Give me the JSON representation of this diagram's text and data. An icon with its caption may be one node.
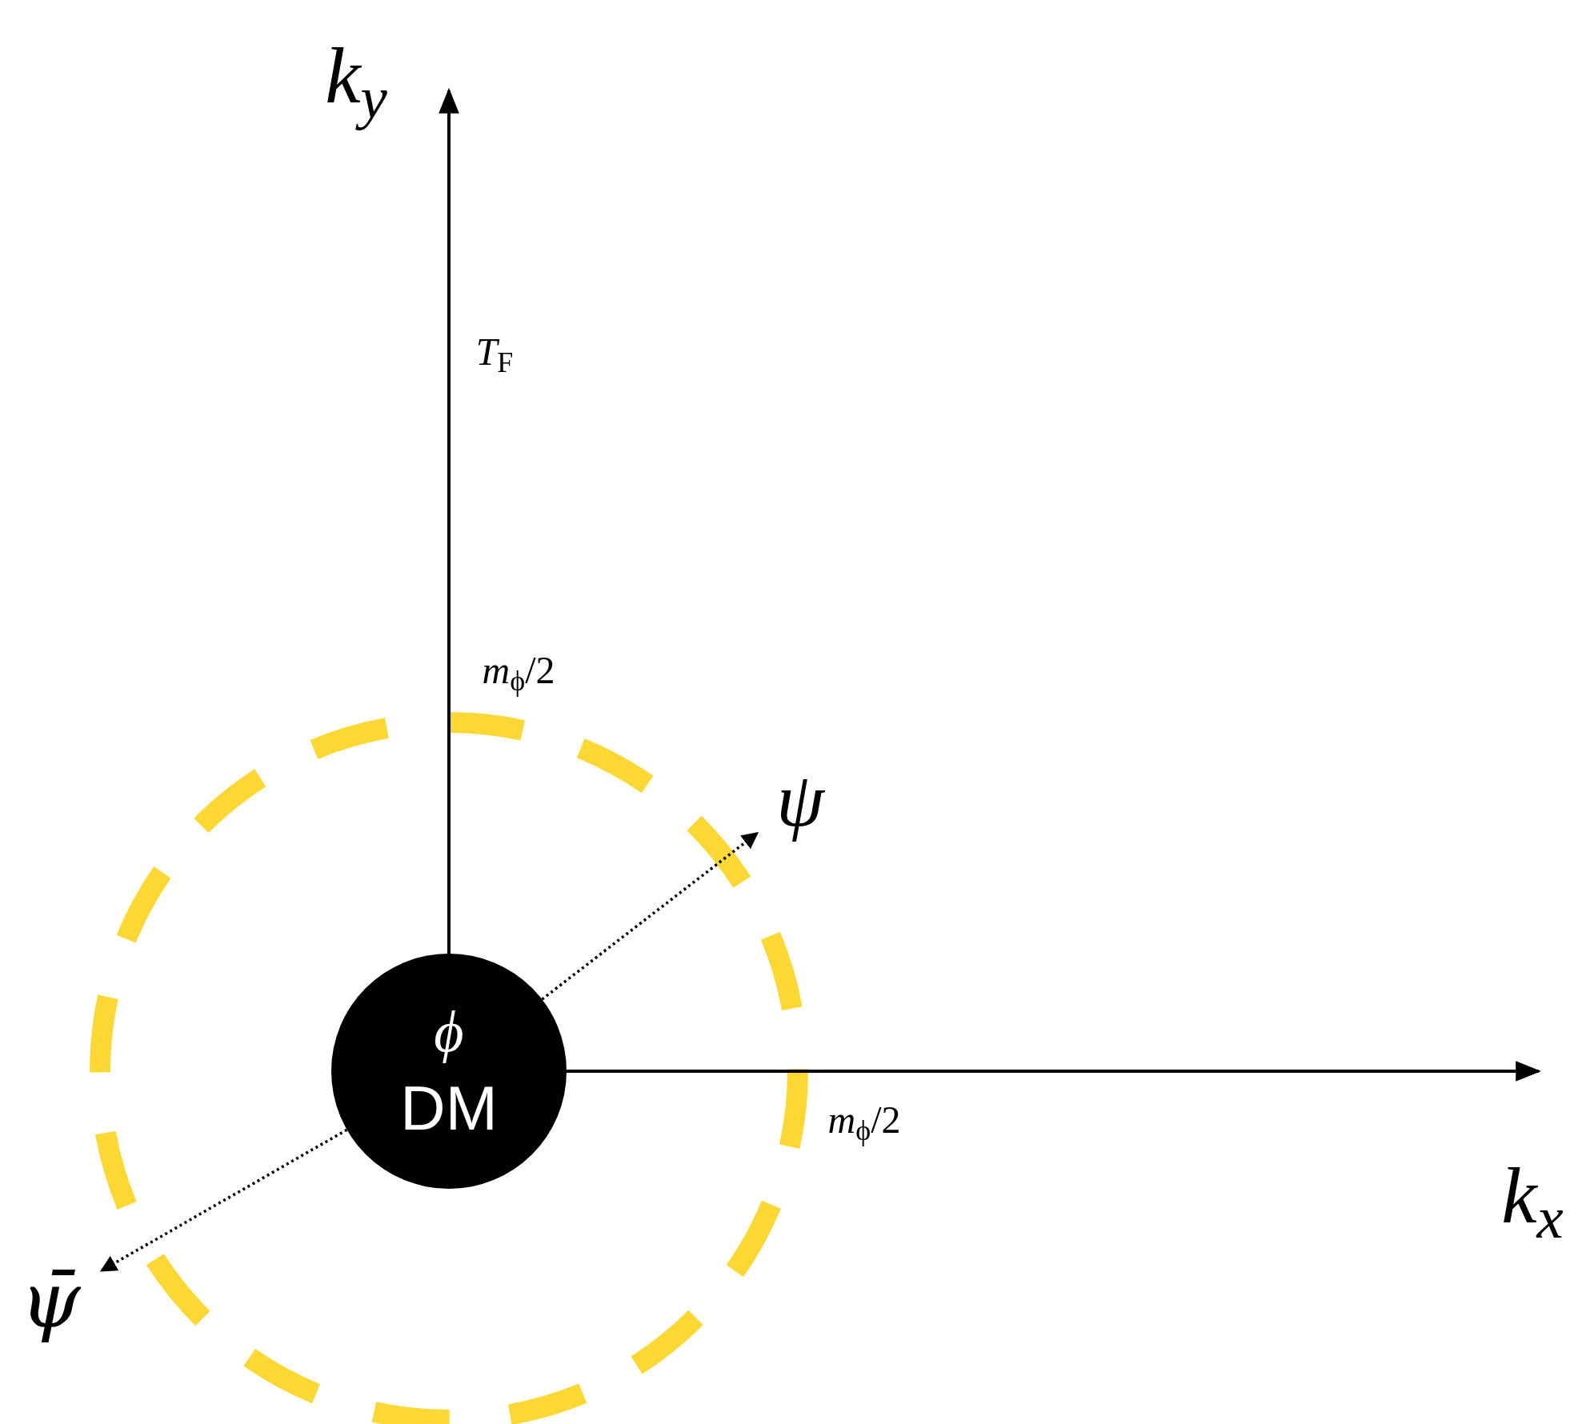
{
  "diagram": {
    "nodes": [
      {
        "text": [
          "ϕ",
          "DM"
        ]
      },
      {
        "text": [
          "ψ"
        ]
      },
      {
        "text": [
          "ψ̄"
        ]
      }
    ],
    "edges": [
      {
        "from": 0,
        "to": 1,
        "arrow": "to",
        "style": "dashed"
      },
      {
        "from": 0,
        "to": 2,
        "arrow": "to",
        "style": "dashed"
      }
    ],
    "labels": [
      "k$_{y}$",
      "*T*$_{F}$",
      "*m*$_{ϕ}$/2",
      "*m*$_{ϕ}$/2",
      "k$_{x}$"
    ]
  }
}
